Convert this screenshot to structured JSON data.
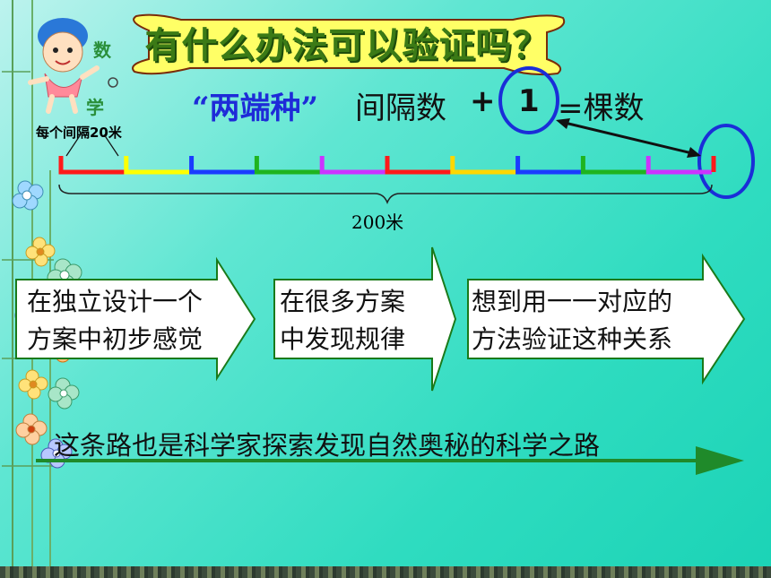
{
  "title": "有什么办法可以验证吗？",
  "logo_chars": [
    "数",
    "学"
  ],
  "formula": {
    "quoted": "“两端种”",
    "intervals": "间隔数",
    "plus": "+",
    "one": "1",
    "result": "=棵数"
  },
  "segment_label": "每个间隔20米",
  "total_label": "200米",
  "segment_colors": [
    "#ff1a1a",
    "#ffff00",
    "#1a3cff",
    "#1fb41f",
    "#cc33ff",
    "#ff1a1a",
    "#ffd700",
    "#1a3cff",
    "#1fb41f",
    "#cc33ff",
    "#ff1a1a"
  ],
  "steps": [
    {
      "line1": "在独立设计一个",
      "line2": "方案中初步感觉"
    },
    {
      "line1": "在很多方案",
      "line2": "中发现规律"
    },
    {
      "line1": "想到用一一对应的",
      "line2": "方法验证这种关系"
    }
  ],
  "footer": "这条路也是科学家探索发现自然奥秘的科学之路"
}
